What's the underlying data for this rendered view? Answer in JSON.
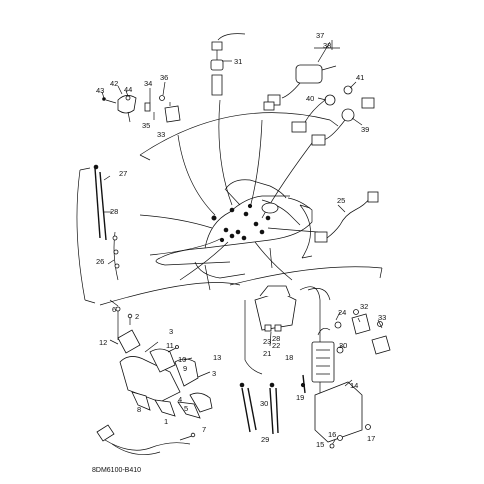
{
  "diagram_code": "8DM6100-B410",
  "callouts": [
    {
      "id": "c1",
      "text": "1"
    },
    {
      "id": "c2",
      "text": "2"
    },
    {
      "id": "c3",
      "text": "3"
    },
    {
      "id": "c3b",
      "text": "3"
    },
    {
      "id": "c4",
      "text": "4"
    },
    {
      "id": "c5",
      "text": "5"
    },
    {
      "id": "c6",
      "text": "6"
    },
    {
      "id": "c7",
      "text": "7"
    },
    {
      "id": "c8",
      "text": "8"
    },
    {
      "id": "c9",
      "text": "9"
    },
    {
      "id": "c10",
      "text": "10"
    },
    {
      "id": "c11",
      "text": "11"
    },
    {
      "id": "c12",
      "text": "12"
    },
    {
      "id": "c13",
      "text": "13"
    },
    {
      "id": "c14",
      "text": "14"
    },
    {
      "id": "c15",
      "text": "15"
    },
    {
      "id": "c16",
      "text": "16"
    },
    {
      "id": "c17",
      "text": "17"
    },
    {
      "id": "c18",
      "text": "18"
    },
    {
      "id": "c19",
      "text": "19"
    },
    {
      "id": "c20",
      "text": "20"
    },
    {
      "id": "c21",
      "text": "21"
    },
    {
      "id": "c22",
      "text": "22"
    },
    {
      "id": "c23",
      "text": "23"
    },
    {
      "id": "c24",
      "text": "24"
    },
    {
      "id": "c25",
      "text": "25"
    },
    {
      "id": "c26",
      "text": "26"
    },
    {
      "id": "c27",
      "text": "27"
    },
    {
      "id": "c28",
      "text": "28"
    },
    {
      "id": "c28b",
      "text": "28"
    },
    {
      "id": "c29",
      "text": "29"
    },
    {
      "id": "c30",
      "text": "30"
    },
    {
      "id": "c31",
      "text": "31"
    },
    {
      "id": "c32",
      "text": "32"
    },
    {
      "id": "c33",
      "text": "33"
    },
    {
      "id": "c33b",
      "text": "33"
    },
    {
      "id": "c34",
      "text": "34"
    },
    {
      "id": "c35",
      "text": "35"
    },
    {
      "id": "c36",
      "text": "36"
    },
    {
      "id": "c37",
      "text": "37"
    },
    {
      "id": "c38",
      "text": "38"
    },
    {
      "id": "c39",
      "text": "39"
    },
    {
      "id": "c40",
      "text": "40"
    },
    {
      "id": "c41",
      "text": "41"
    },
    {
      "id": "c42",
      "text": "42"
    },
    {
      "id": "c43",
      "text": "43"
    },
    {
      "id": "c44",
      "text": "44"
    }
  ]
}
